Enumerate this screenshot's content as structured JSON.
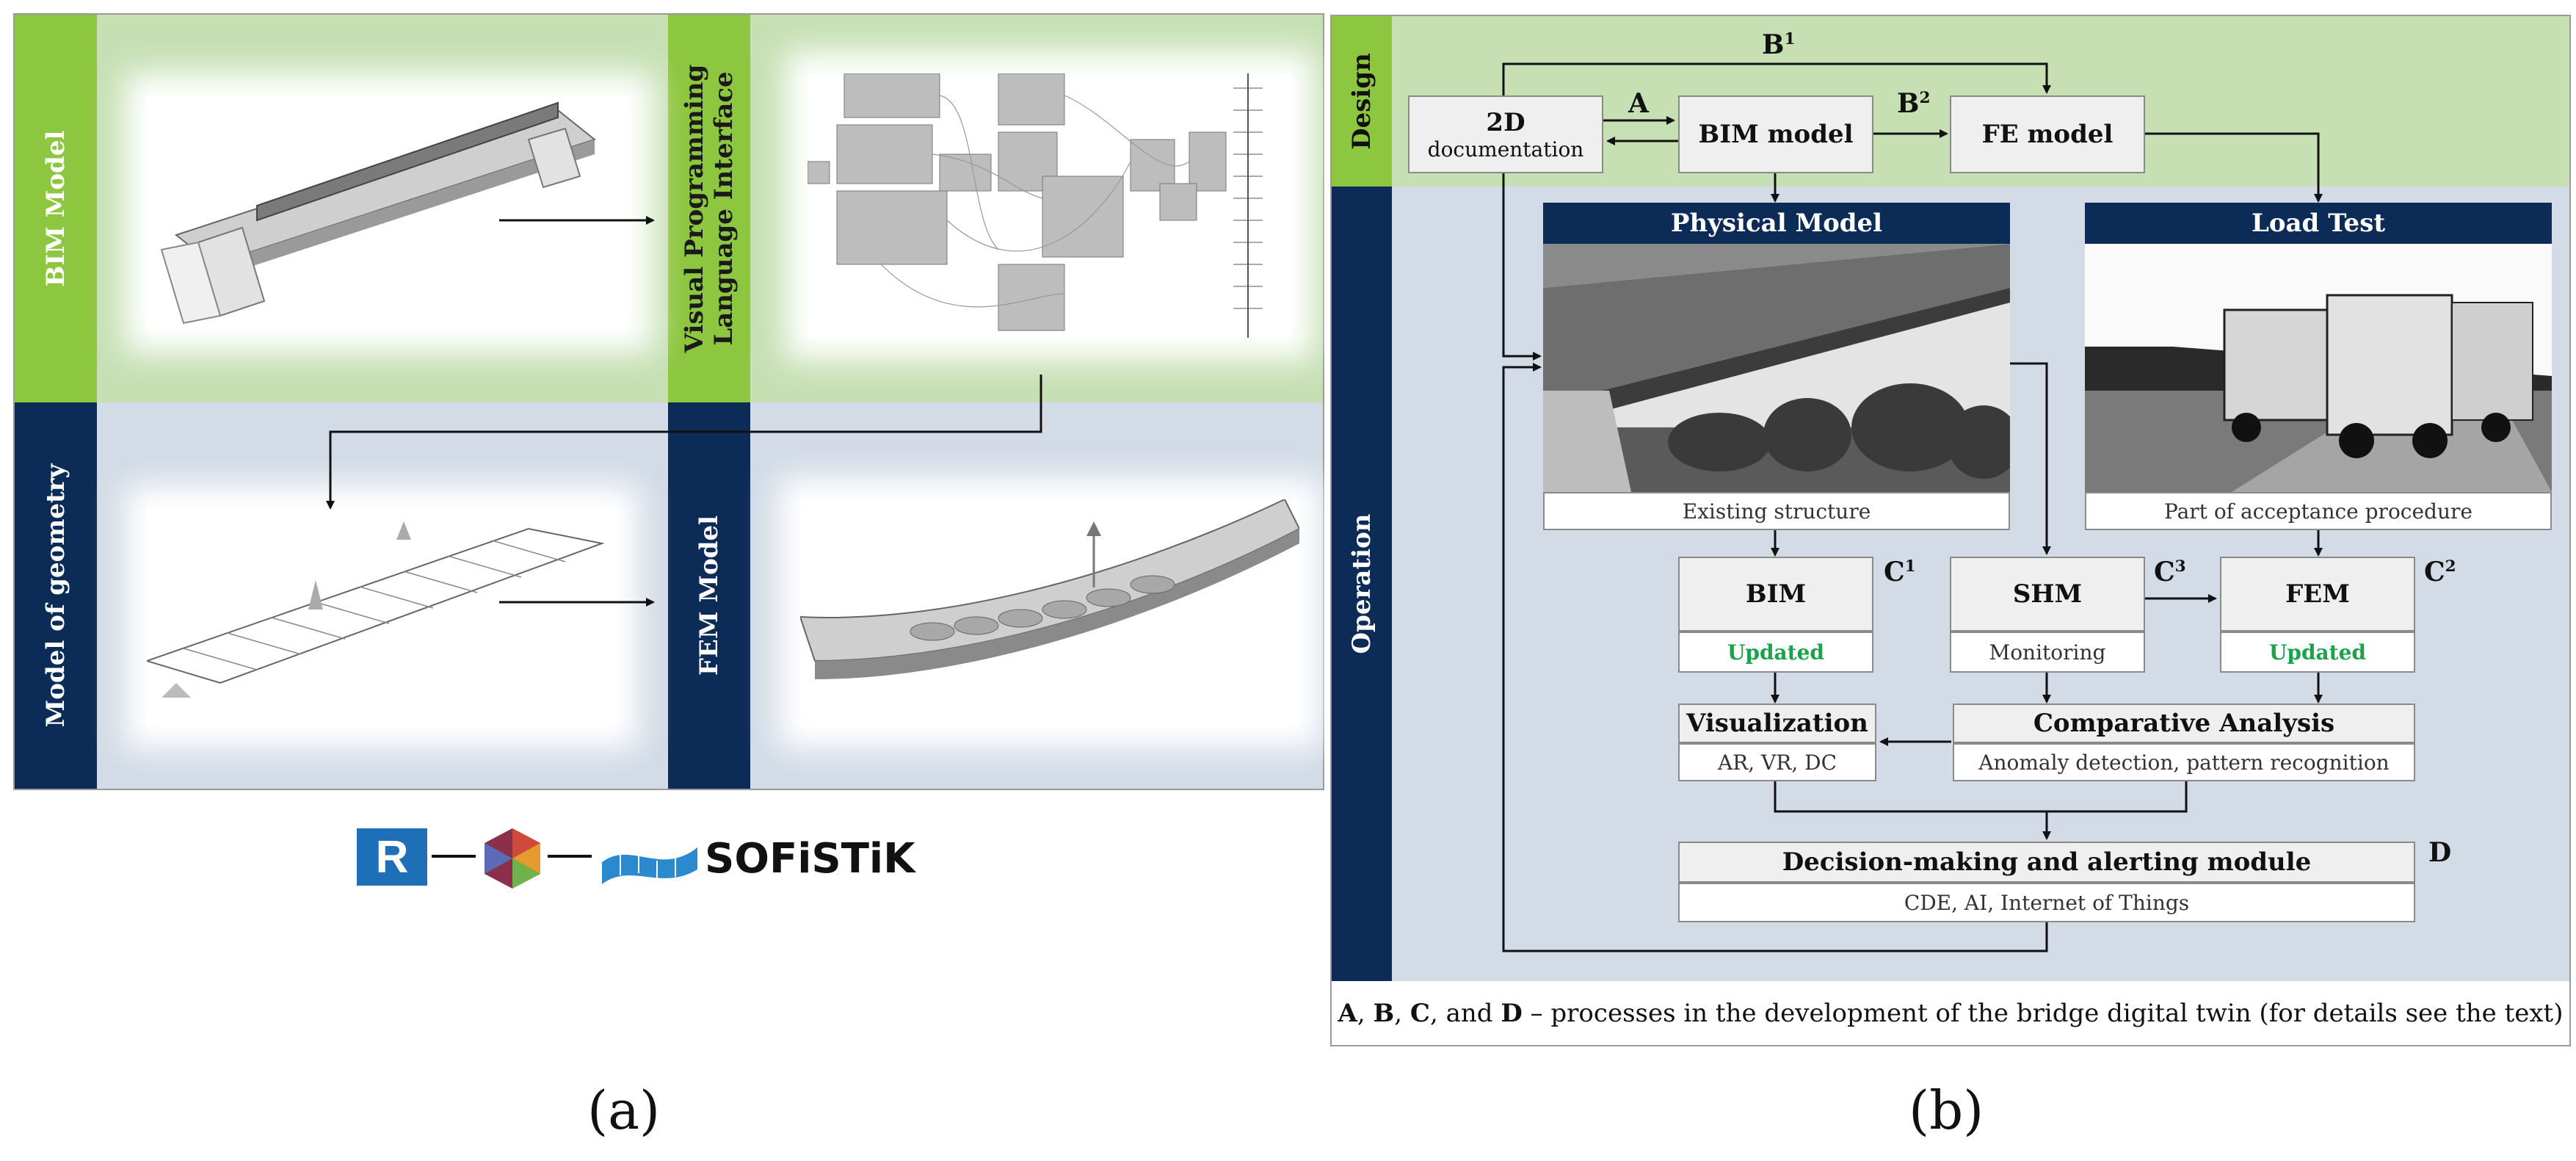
{
  "panel_a": {
    "bim_model_label": "BIM Model",
    "vpl_label_line1": "Visual Programming",
    "vpl_label_line2": "Language Interface",
    "geometry_label": "Model of geometry",
    "fem_label": "FEM Model",
    "logo_text": "SOFiSTiK",
    "revit_letter": "R",
    "caption": "(a)"
  },
  "panel_b": {
    "design_label": "Design",
    "operation_label": "Operation",
    "box_2d_line1": "2D",
    "box_2d_line2": "documentation",
    "box_bim": "BIM model",
    "box_fe": "FE model",
    "label_a": "A",
    "label_b": "B",
    "label_b1_sup": "1",
    "label_b2_sup": "2",
    "physical_model": "Physical Model",
    "load_test": "Load Test",
    "existing_structure": "Existing structure",
    "acceptance": "Part of acceptance procedure",
    "bim": "BIM",
    "bim_status": "Updated",
    "shm": "SHM",
    "shm_status": "Monitoring",
    "fem": "FEM",
    "fem_status": "Updated",
    "label_c": "C",
    "c1_sup": "1",
    "c2_sup": "2",
    "c3_sup": "3",
    "visualization": "Visualization",
    "visualization_sub": "AR, VR, DC",
    "comparative": "Comparative Analysis",
    "comparative_sub": "Anomaly detection, pattern recognition",
    "decision": "Decision-making and alerting module",
    "decision_sub": "CDE, AI, Internet of Things",
    "label_d": "D",
    "footnote_a": "A",
    "footnote_b": "B",
    "footnote_c": "C",
    "footnote_d": "D",
    "footnote_sep1": ", ",
    "footnote_sep2": ", ",
    "footnote_and": ", and ",
    "footnote_rest": " – processes in the development of the bridge digital twin (for details see the text)",
    "caption": "(b)"
  },
  "colors": {
    "navy": "#0c2b57",
    "green_band": "#c6e0b4",
    "blue_band": "#d2dbe6",
    "updated_green": "#1aa34a",
    "accent_green": "#8dc63f"
  }
}
